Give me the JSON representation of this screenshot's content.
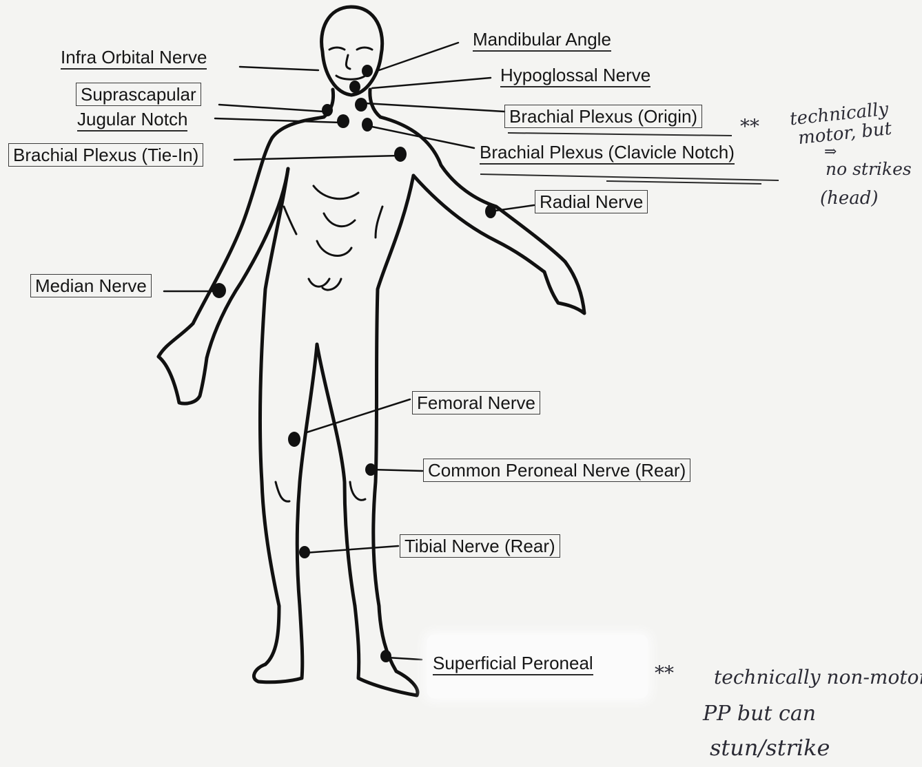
{
  "labels": {
    "infra_orbital": "Infra Orbital Nerve",
    "mandibular_angle": "Mandibular Angle",
    "hypoglossal": "Hypoglossal Nerve",
    "suprascapular": "Suprascapular",
    "jugular_notch": "Jugular Notch",
    "brachial_origin": "Brachial Plexus (Origin)",
    "brachial_clavicle": "Brachial Plexus (Clavicle Notch)",
    "brachial_tiein": "Brachial Plexus (Tie-In)",
    "radial": "Radial Nerve",
    "median": "Median Nerve",
    "femoral": "Femoral Nerve",
    "common_peroneal": "Common Peroneal Nerve (Rear)",
    "tibial": "Tibial Nerve (Rear)",
    "superficial_peroneal": "Superficial Peroneal"
  },
  "notes": {
    "top": {
      "marker": "**",
      "line1": "technically",
      "line2": "motor, but",
      "arrow": "⇒",
      "line3": "no strikes",
      "line4": "(head)"
    },
    "bottom": {
      "marker": "**",
      "line1": "technically non-motor",
      "line2": "PP but can",
      "line3": "stun/strike"
    }
  }
}
